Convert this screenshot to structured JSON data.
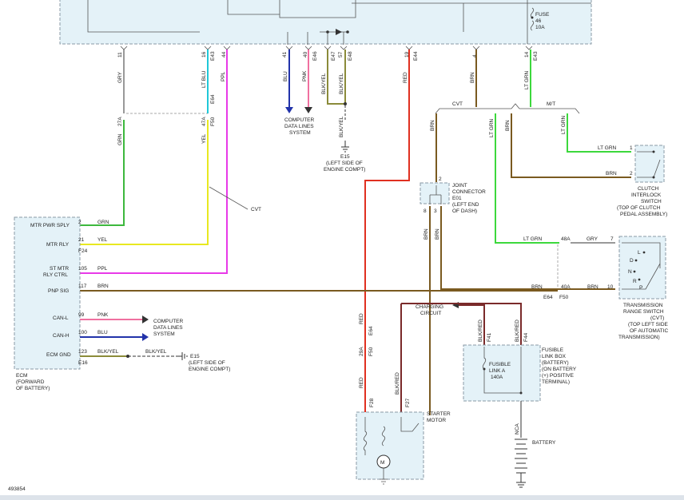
{
  "pins_top": {
    "p11": "11",
    "p16": "16",
    "e43": "E43",
    "p44": "44",
    "p41": "41",
    "p40": "40",
    "e46": "E46",
    "e47": "E47",
    "p57": "57",
    "e48": "E48",
    "p19": "19",
    "e44": "E44",
    "p4": "4",
    "p14": "14",
    "e43b": "E43"
  },
  "fuse": {
    "name": "FUSE",
    "num": "46",
    "rating": "10A"
  },
  "wires": {
    "gry": "GRY",
    "ltblu": "LT BLU",
    "ppl": "PPL",
    "blu": "BLU",
    "pnk": "PNK",
    "blkyel": "BLK/YEL",
    "red": "RED",
    "brn": "BRN",
    "ltgrn": "LT GRN",
    "grn": "GRN",
    "yel": "YEL",
    "blkred": "BLK/RED"
  },
  "conn": {
    "c27a": "27A",
    "c47a": "47A",
    "f50": "F50",
    "e64": "E64",
    "c29a": "29A",
    "f28": "F28",
    "f27": "F27",
    "f41": "F41",
    "f44": "F44",
    "c48a": "48A",
    "c40a": "40A",
    "e16": "E16",
    "f24": "F24"
  },
  "cvt": "CVT",
  "mt": "M/T",
  "cvt_label": "CVT",
  "data_lines_top": [
    "COMPUTER",
    "DATA LINES",
    "SYSTEM"
  ],
  "e15_top": [
    "E15",
    "(LEFT SIDE OF",
    "ENGINE COMPT)"
  ],
  "joint": [
    "JOINT",
    "CONNECTOR",
    "E01",
    "(LEFT END",
    "OF DASH)"
  ],
  "clutch": [
    "CLUTCH",
    "INTERLOCK",
    "SWITCH",
    "(TOP OF CLUTCH",
    "PEDAL ASSEMBLY)"
  ],
  "trs": [
    "TRANSMISSION",
    "RANGE SWITCH",
    "(CVT)",
    "(TOP LEFT SIDE",
    "OF AUTOMATIC",
    "TRANSMISSION)"
  ],
  "trs_pos": {
    "l": "L",
    "d": "D",
    "n": "N",
    "r": "R",
    "p": "P"
  },
  "ecm_pins": [
    {
      "label": "MTR PWR SPLY",
      "pin": "2",
      "wire": "GRN"
    },
    {
      "label": "MTR RLY",
      "pin": "21",
      "wire": "YEL"
    },
    {
      "label": "ST MTR",
      "label2": "RLY CTRL",
      "pin": "105",
      "wire": "PPL"
    },
    {
      "label": "PNP SIG",
      "pin": "117",
      "wire": "BRN"
    },
    {
      "label": "CAN-L",
      "pin": "99",
      "wire": "PNK"
    },
    {
      "label": "CAN-H",
      "pin": "100",
      "wire": "BLU"
    },
    {
      "label": "ECM GND",
      "pin": "123",
      "wire": "BLK/YEL"
    }
  ],
  "ecm_name": [
    "ECM",
    "(FORWARD",
    "OF BATTERY)"
  ],
  "data_lines_mid": [
    "COMPUTER",
    "DATA LINES",
    "SYSTEM"
  ],
  "e15_mid": [
    "E15",
    "(LEFT SIDE OF",
    "ENGINE COMPT)"
  ],
  "charging": [
    "CHARGING",
    "CIRCUIT"
  ],
  "fusible_box": [
    "FUSIBLE",
    "LINK BOX",
    "(BATTERY)",
    "(ON BATTERY",
    "(+) POSITIVE",
    "TERMINAL)"
  ],
  "fusible_link": [
    "FUSIBLE",
    "LINK A",
    "140A"
  ],
  "starter": [
    "STARTER",
    "MOTOR"
  ],
  "motor": "M",
  "battery": "BATTERY",
  "nca": "NCA",
  "trs_pins": {
    "p7": "7",
    "p10": "10"
  },
  "clutch_pins": {
    "p1": "1",
    "p2": "2"
  },
  "joint_pins": {
    "p2": "2",
    "p8": "8",
    "p3": "3"
  },
  "figure_id": "493854"
}
